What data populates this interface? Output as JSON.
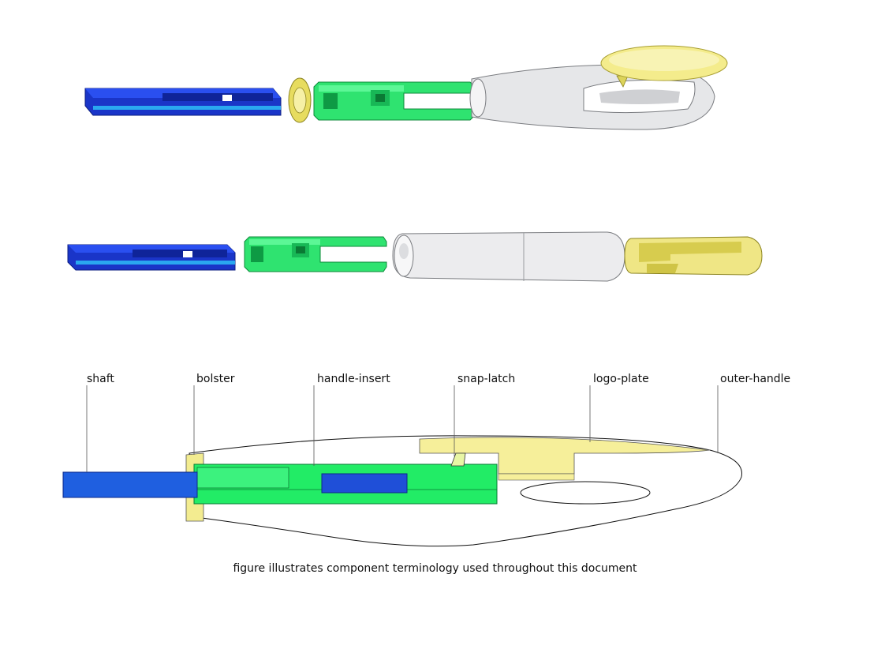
{
  "labels": {
    "shaft": "shaft",
    "bolster": "bolster",
    "handle_insert": "handle-insert",
    "snap_latch": "snap-latch",
    "logo_plate": "logo-plate",
    "outer_handle": "outer-handle"
  },
  "caption": "figure illustrates component terminology used throughout this document",
  "colors": {
    "shaft": "#1d3fd8",
    "shaft_highlight": "#2aa8f0",
    "section_blue": "#1f5fe0",
    "insert_green": "#22ee66",
    "insert_dark": "#10a040",
    "bolster_yellow": "#f4ee8e",
    "handle_grey": "#d9dadc",
    "outline": "#111111"
  }
}
